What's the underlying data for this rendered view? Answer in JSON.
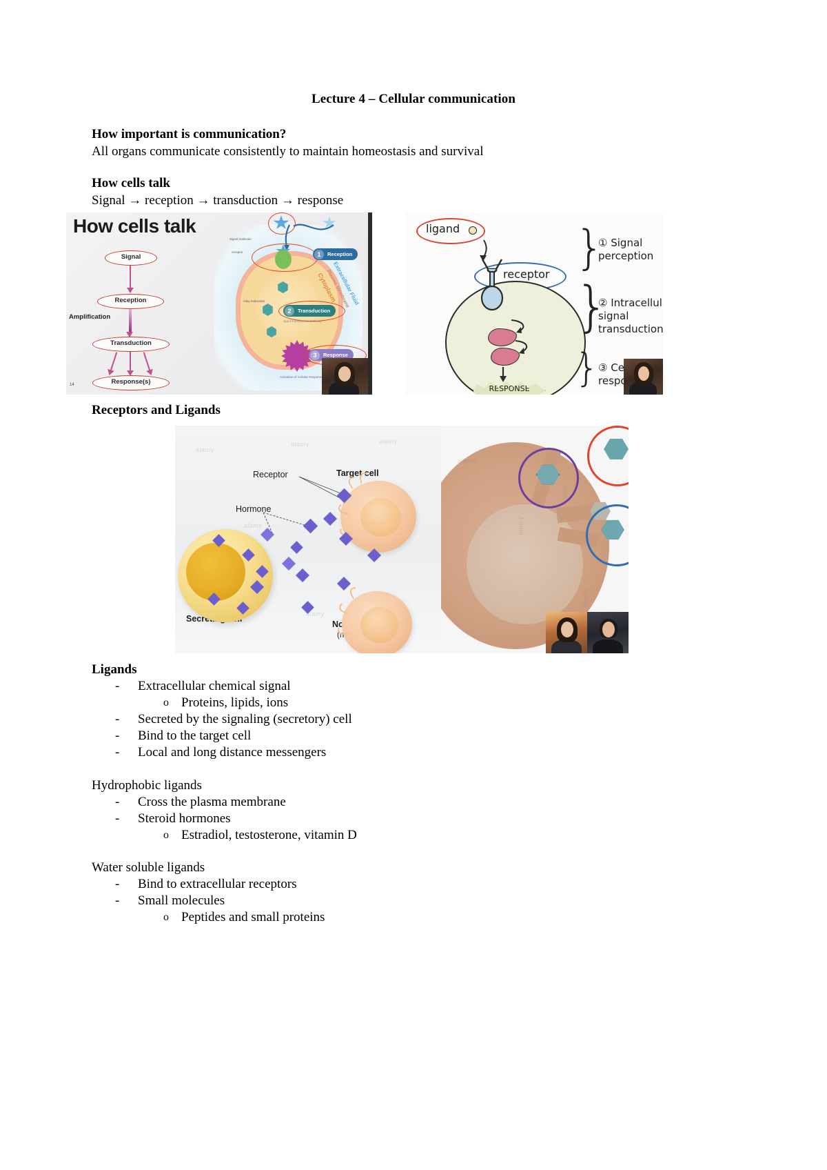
{
  "document": {
    "title": "Lecture 4 – Cellular communication",
    "sections": [
      {
        "heading": "How important is communication?",
        "body": "All organs communicate consistently to maintain homeostasis and survival"
      },
      {
        "heading": "How cells talk",
        "body": "Signal → reception → transduction → response"
      },
      {
        "heading": "Receptors and Ligands",
        "body": ""
      }
    ],
    "ligands": {
      "heading": "Ligands",
      "items": [
        {
          "mark": "-",
          "text": "Extracellular chemical signal"
        },
        {
          "mark": "o",
          "text": "Proteins, lipids, ions",
          "level": 2
        },
        {
          "mark": "-",
          "text": "Secreted by the signaling (secretory) cell"
        },
        {
          "mark": "-",
          "text": "Bind to the target cell"
        },
        {
          "mark": "-",
          "text": "Local and long distance messengers"
        }
      ]
    },
    "hydrophobic": {
      "heading": "Hydrophobic ligands",
      "items": [
        {
          "mark": "-",
          "text": "Cross the plasma membrane"
        },
        {
          "mark": "-",
          "text": "Steroid hormones"
        },
        {
          "mark": "o",
          "text": "Estradiol, testosterone, vitamin D",
          "level": 2
        }
      ]
    },
    "watersoluble": {
      "heading": "Water soluble ligands",
      "items": [
        {
          "mark": "-",
          "text": "Bind to extracellular receptors"
        },
        {
          "mark": "-",
          "text": "Small molecules"
        },
        {
          "mark": "o",
          "text": "Peptides and small proteins",
          "level": 2
        }
      ]
    }
  },
  "figure_how_cells_talk": {
    "title": "How cells talk",
    "flow": {
      "nodes": [
        "Signal",
        "Reception",
        "Transduction",
        "Response(s)"
      ],
      "side_label": "Amplification"
    },
    "cell_steps": [
      {
        "num": "1",
        "label": "Reception",
        "color": "#2b6ca3"
      },
      {
        "num": "2",
        "label": "Transduction",
        "color": "#2c7f7f"
      },
      {
        "num": "3",
        "label": "Response",
        "color": "#8d7cc4"
      }
    ],
    "annotations": {
      "signal_molecule": "Signal\nmolecule",
      "receptor": "receptor",
      "relay_molecules": "relay\nmolecules",
      "cytoplasm": "Cytoplasm",
      "extracellular_fluid": "Extracellular Fluid",
      "plasma_membrane": "Plasma Membrane",
      "activation": "Activation of\nCellular Response",
      "page_no": "14"
    }
  },
  "figure_hand_drawn": {
    "labels": {
      "ligand": "ligand",
      "receptor": "receptor",
      "response": "RESPONSE"
    },
    "steps": [
      {
        "num": "①",
        "text": "Signal\nperception"
      },
      {
        "num": "②",
        "text": "Intracellular\nsignal\ntransduction"
      },
      {
        "num": "③",
        "text": "Cellular\nresponse"
      }
    ]
  },
  "figure_receptors_ligands": {
    "labels": {
      "receptor": "Receptor",
      "hormone": "Hormone",
      "target_cell": "Target cell",
      "secreting_cell": "Secreting cell",
      "not_target_cell": "Not a target cell",
      "not_target_cell_sub": "(no receptors)"
    },
    "watermark": "alamy"
  },
  "colors": {
    "ring_red": "#e0452b",
    "ring_blue": "#2f6fb5",
    "ring_purple": "#6b3fa0",
    "arrow_pink": "#c2508f",
    "hormone_purple": "#6b5fd0",
    "hex_teal": "#64aab0"
  }
}
